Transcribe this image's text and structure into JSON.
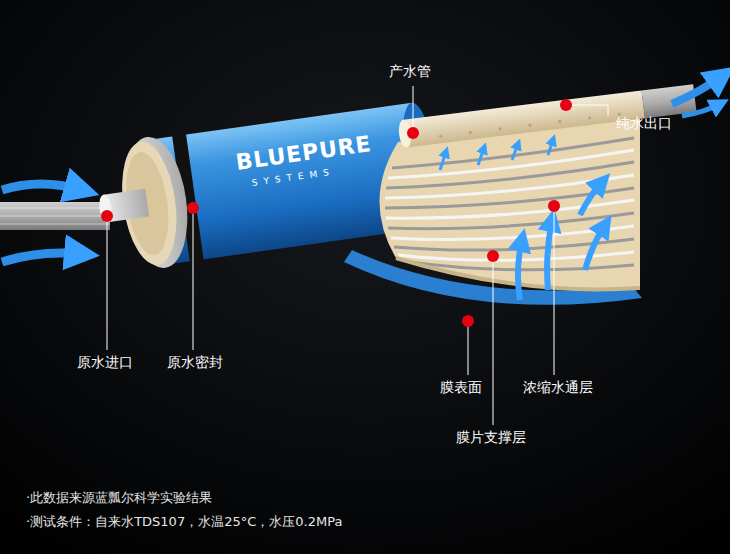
{
  "diagram": {
    "labels": [
      "BLUEPURE",
      "SYSTEMS",
      "产水管",
      "纯水出口",
      "原水进口",
      "原水密封",
      "膜表面",
      "浓缩水通层",
      "膜片支撑层",
      "·此数据来源蓝瓢尔科学实验结果",
      "·测试条件：自来水TDS107，水温25°C，水压0.2MPa"
    ]
  }
}
